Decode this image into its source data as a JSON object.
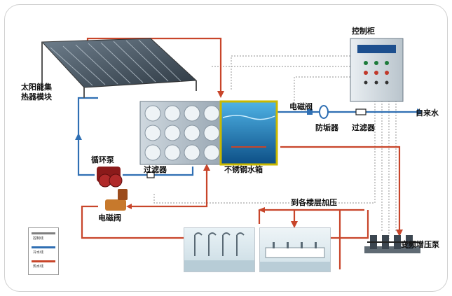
{
  "labels": {
    "control_cabinet": "控制柜",
    "solar_line1": "太阳能集",
    "solar_line2": "热器模块",
    "solenoid_valve_top": "电磁阀",
    "anti_scale": "防垢器",
    "filter_top": "过滤器",
    "tap_water": "自来水",
    "circulation_pump": "循环泵",
    "filter_bottom": "过滤器",
    "tank": "不锈钢水箱",
    "solenoid_valve_bottom": "电磁阀",
    "floor_pressurize": "到各楼层加压",
    "booster_pump": "变频增压泵"
  },
  "legend": [
    {
      "text": "控制线",
      "color": "#7f7f7f"
    },
    {
      "text": "冷水线",
      "color": "#2f6fb3"
    },
    {
      "text": "热水线",
      "color": "#c8452a"
    }
  ],
  "colors": {
    "hot_line": "#c8452a",
    "cold_line": "#2f6fb3",
    "control_line": "#9a9a9a"
  }
}
